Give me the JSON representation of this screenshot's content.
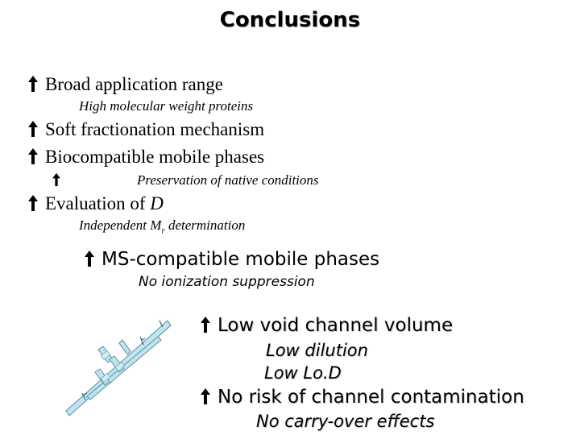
{
  "title": "Conclusions",
  "items": [
    {
      "text": "Broad application range"
    },
    {
      "sub": "High molecular weight proteins"
    },
    {
      "text": "Soft fractionation mechanism"
    },
    {
      "text": "Biocompatible mobile phases"
    },
    {
      "sub": "Preservation of native conditions"
    },
    {
      "text_prefix": "Evaluation of ",
      "text_em": "D"
    },
    {
      "sub_prefix": "Independent M",
      "sub_subscript": "r",
      "sub_suffix": " determination"
    },
    {
      "text": "MS-compatible mobile phases"
    },
    {
      "sub": "No ionization suppression"
    },
    {
      "text": "Low void channel volume"
    },
    {
      "sub": "Low dilution"
    },
    {
      "sub": "Low Lo.D"
    },
    {
      "text": "No risk of channel contamination"
    },
    {
      "sub": "No carry-over effects"
    }
  ],
  "colors": {
    "bullet": "#000000",
    "device_fill": "#bfe6f0",
    "device_stroke": "#5a8aa0"
  },
  "icons": {
    "bullet": "up-arrow-icon",
    "device": "channel-device-illustration"
  }
}
